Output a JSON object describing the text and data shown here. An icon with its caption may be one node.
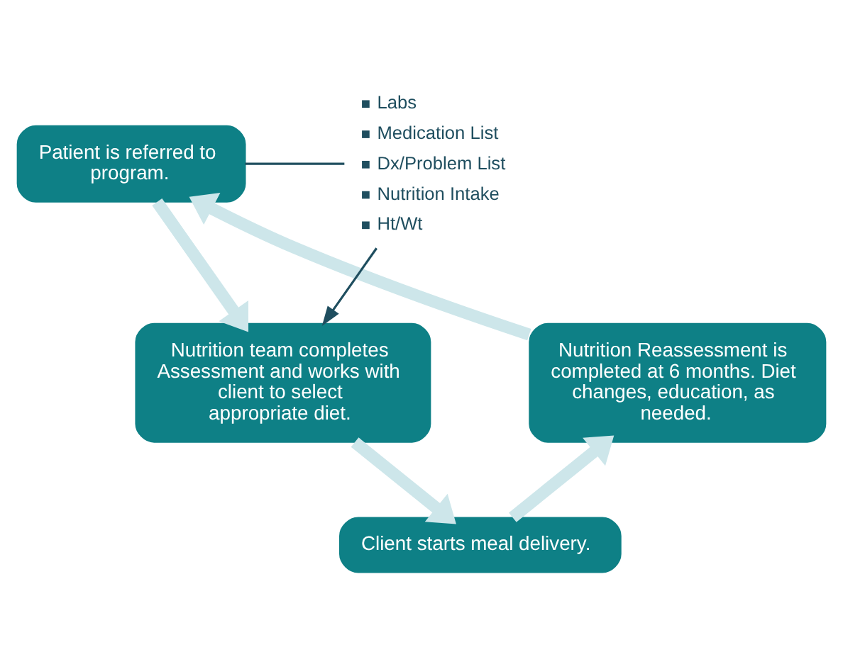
{
  "diagram": {
    "nodes": [
      {
        "text": [
          "Patient is referred to program."
        ]
      },
      {
        "text": [
          "Nutrition team completes Assessment and works with client to select appropriate diet."
        ]
      },
      {
        "text": [
          "Client starts meal delivery."
        ]
      },
      {
        "text": [
          "Nutrition Reassessment is completed at 6 months. Diet changes, education, as needed."
        ]
      },
      {
        "text": [
          "Labs",
          "Medication List",
          "Dx/Problem List",
          "Nutrition Intake",
          "Ht/Wt"
        ]
      }
    ],
    "edges": [
      {
        "from": 0,
        "to": 1,
        "arrow": "to"
      },
      {
        "from": 1,
        "to": 2,
        "arrow": "to"
      },
      {
        "from": 2,
        "to": 3,
        "arrow": "to"
      },
      {
        "from": 3,
        "to": 0,
        "arrow": "to"
      },
      {
        "from": 0,
        "to": 4,
        "arrow": "none",
        "color": "#1f4e5f"
      },
      {
        "from": 4,
        "to": 1,
        "arrow": "to",
        "color": "#1f4e5f"
      }
    ]
  }
}
